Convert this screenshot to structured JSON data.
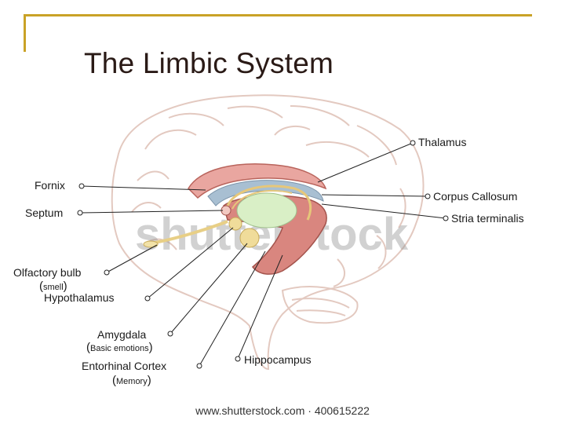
{
  "title": "The Limbic System",
  "watermark": "shutterstock",
  "source_line": "www.shutterstock.com · 400615222",
  "labels": {
    "thalamus": "Thalamus",
    "corpus_callosum": "Corpus Callosum",
    "stria_terminalis": "Stria terminalis",
    "fornix": "Fornix",
    "septum": "Septum",
    "olfactory_bulb": "Olfactory bulb",
    "olfactory_bulb_note": "smell",
    "hypothalamus": "Hypothalamus",
    "amygdala": "Amygdala",
    "amygdala_note": "Basic emotions",
    "entorhinal_cortex": "Entorhinal Cortex",
    "entorhinal_cortex_note": "Memory",
    "hippocampus": "Hippocampus"
  },
  "colors": {
    "frame": "#c9a227",
    "brain_outline": "#e3c9c0",
    "corpus_callosum": "#e9a6a0",
    "limbic_red": "#d9867f",
    "stria_blue": "#a8bfd2",
    "thalamus_green": "#d9efc6",
    "amygdala_yellow": "#f0dc9a",
    "olfactory_yellow": "#f2e2a8"
  }
}
